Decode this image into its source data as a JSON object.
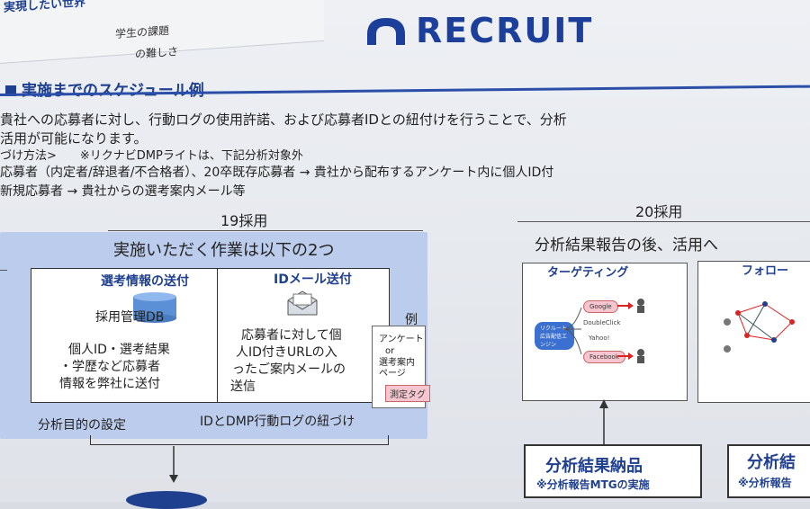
{
  "top": {
    "heading": "実現したい世界",
    "items": [
      "学生の課題",
      "の難しさ"
    ]
  },
  "logo": {
    "text": "RECRUIT",
    "brand_color": "#1b3f9a"
  },
  "section": {
    "title": "実施までのスケジュール例"
  },
  "intro": {
    "line1": "貴社への応募者に対し、行動ログの使用許諾、および応募者IDとの紐付けを行うことで、分析",
    "line2": "活用が可能になります。",
    "line3": "づけ方法>　　※リクナビDMPライトは、下記分析対象外",
    "line4": "応募者（内定者/辞退者/不合格者）、20卒既存応募者 → 貴社から配布するアンケート内に個人ID付",
    "line5": "新規応募者 → 貴社からの選考案内メール等"
  },
  "columns": {
    "left": "19採用",
    "right": "20採用"
  },
  "panel": {
    "title": "実施いただく作業は以下の2つ",
    "card1": {
      "head": "選考情報の送付",
      "db": "採用管理DB",
      "text1": "個人ID・選考結果",
      "text2": "・学歴など応募者",
      "text3": "情報を弊社に送付"
    },
    "card2": {
      "head": "IDメール送付",
      "text1": "応募者に対して個",
      "text2": "人ID付きURLの入",
      "text3": "ったご案内メールの",
      "text4": "送信"
    },
    "example": {
      "label": "例",
      "l1": "アンケート",
      "l2": "or",
      "l3": "選考案内",
      "l4": "ページ",
      "tag": "測定タグ"
    },
    "bottom1": "分析目的の設定",
    "bottom2": "IDとDMP行動ログの紐づけ"
  },
  "right": {
    "title": "分析結果報告の後、活用へ",
    "card1": {
      "head": "ターゲティング",
      "google": "Google",
      "doubleclick": "DoubleClick",
      "yahoo": "Yahoo!",
      "facebook": "Facebook",
      "engine": "リクルート 広告配信エンジン"
    },
    "card2": {
      "head": "フォロー"
    },
    "deliv1": {
      "main": "分析結果納品",
      "sub": "※分析報告MTGの実施"
    },
    "deliv2": {
      "main": "分析結",
      "sub": "※分析報告"
    }
  }
}
